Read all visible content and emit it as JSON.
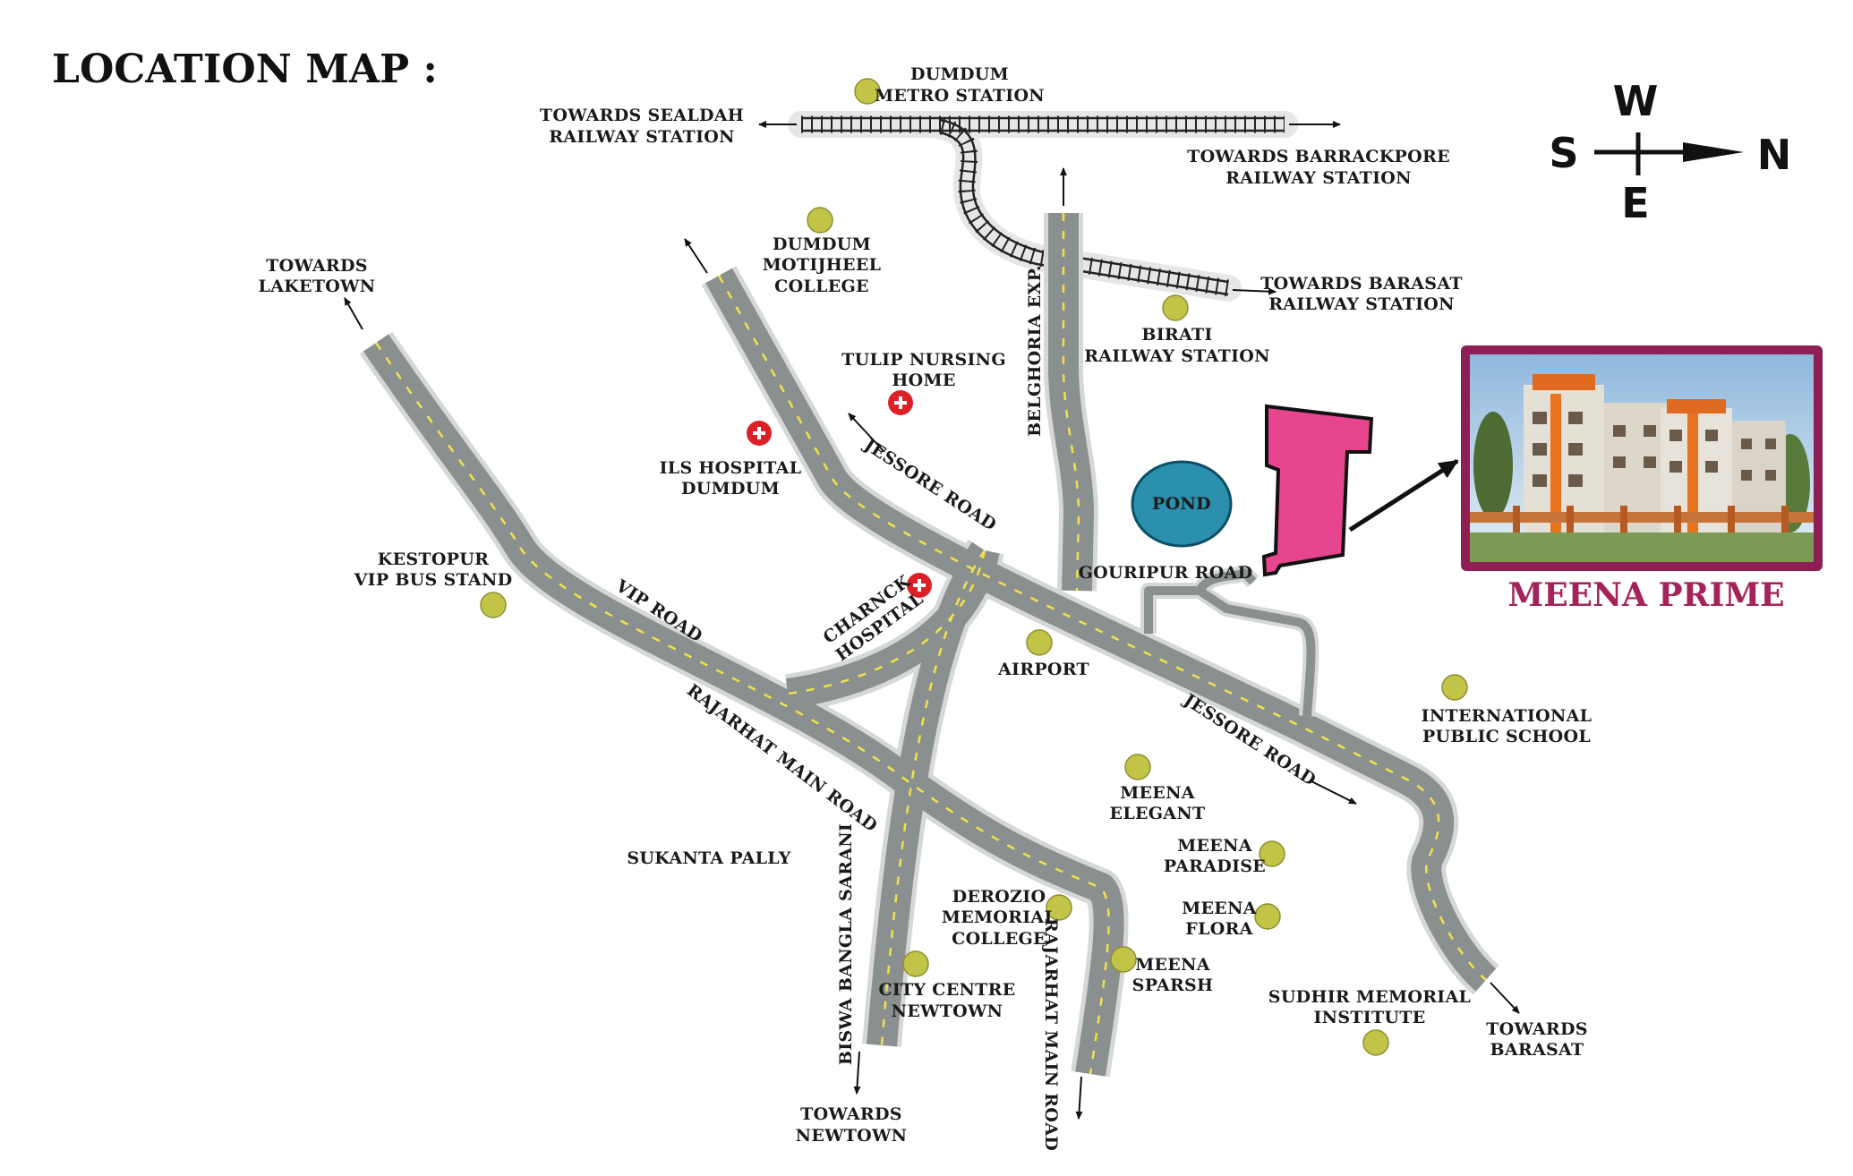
{
  "title": "LOCATION MAP :",
  "compass": {
    "w": "W",
    "s": "S",
    "n": "N",
    "e": "E"
  },
  "project": {
    "name": "MEENA PRIME",
    "frame_color": "#8e1f55",
    "highlight_color": "#e8458f"
  },
  "pond": "POND",
  "roads": {
    "jessore_1": "JESSORE ROAD",
    "jessore_2": "JESSORE ROAD",
    "vip": "VIP ROAD",
    "rajarhat_1": "RAJARHAT MAIN ROAD",
    "rajarhat_2": "RAJARHAT MAIN ROAD",
    "biswa": "BISWA BANGLA SARANI",
    "belghoria": "BELGHORIA EXP.",
    "gouripur": "GOURIPUR ROAD"
  },
  "directions": {
    "sealdah": [
      "TOWARDS SEALDAH",
      "RAILWAY STATION"
    ],
    "barrackpore": [
      "TOWARDS BARRACKPORE",
      "RAILWAY STATION"
    ],
    "barasat_rly": [
      "TOWARDS BARASAT",
      "RAILWAY STATION"
    ],
    "laketown": [
      "TOWARDS",
      "LAKETOWN"
    ],
    "barasat": [
      "TOWARDS",
      "BARASAT"
    ],
    "newtown": [
      "TOWARDS",
      "NEWTOWN"
    ]
  },
  "places": {
    "metro": [
      "DUMDUM",
      "METRO STATION"
    ],
    "motijheel": [
      "DUMDUM",
      "MOTIJHEEL",
      "COLLEGE"
    ],
    "tulip": [
      "TULIP NURSING",
      "HOME"
    ],
    "ils": [
      "ILS HOSPITAL",
      "DUMDUM"
    ],
    "birati": [
      "BIRATI",
      "RAILWAY STATION"
    ],
    "kestopur": [
      "KESTOPUR",
      "VIP BUS STAND"
    ],
    "charnock": [
      "CHARNCK",
      "HOSPITAL"
    ],
    "airport": [
      "AIRPORT"
    ],
    "international": [
      "INTERNATIONAL",
      "PUBLIC SCHOOL"
    ],
    "elegant": [
      "MEENA",
      "ELEGANT"
    ],
    "paradise": [
      "MEENA",
      "PARADISE"
    ],
    "flora": [
      "MEENA",
      "FLORA"
    ],
    "sparsh": [
      "MEENA",
      "SPARSH"
    ],
    "derozio": [
      "DEROZIO",
      "MEMORIAL",
      "COLLEGE"
    ],
    "citycentre": [
      "CITY CENTRE",
      "NEWTOWN"
    ],
    "sukanta": [
      "SUKANTA PALLY"
    ],
    "sudhir": [
      "SUDHIR MEMORIAL",
      "INSTITUTE"
    ]
  },
  "colors": {
    "road": "#8a8f8f",
    "road_edge": "#d6d8d8",
    "lane": "#f1e24a",
    "marker": "#c2c448",
    "hospital": "#dd2027",
    "pond": "#2b8fae",
    "rail": "#222222"
  }
}
